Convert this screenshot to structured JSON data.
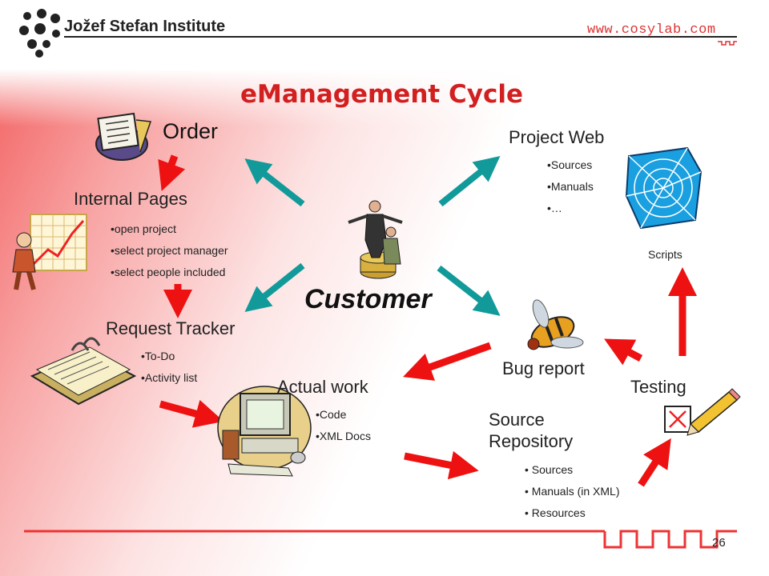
{
  "header": {
    "institute": "Jožef Stefan Institute",
    "url": "www.cosylab.com"
  },
  "title": "eManagement Cycle",
  "center": {
    "label": "Customer"
  },
  "nodes": {
    "order": {
      "label": "Order"
    },
    "internal_pages": {
      "label": "Internal Pages",
      "items": [
        "•open project",
        "•select project manager",
        "•select people included"
      ]
    },
    "request_tracker": {
      "label": "Request Tracker",
      "items": [
        "•To-Do",
        "•Activity list"
      ]
    },
    "actual_work": {
      "label": "Actual work",
      "items": [
        "•Code",
        "•XML Docs"
      ]
    },
    "source_repository": {
      "label_line1": "Source",
      "label_line2": "Repository",
      "items": [
        "• Sources",
        "• Manuals (in XML)",
        "• Resources"
      ]
    },
    "testing": {
      "label": "Testing"
    },
    "scripts": {
      "label": "Scripts"
    },
    "bug_report": {
      "label": "Bug report"
    },
    "project_web": {
      "label": "Project Web",
      "items": [
        "•Sources",
        "•Manuals",
        "•…"
      ]
    }
  },
  "page_number": "26",
  "colors": {
    "red_arrow": "#ee1111",
    "teal_arrow": "#129a9a",
    "title": "#d21f1f"
  }
}
